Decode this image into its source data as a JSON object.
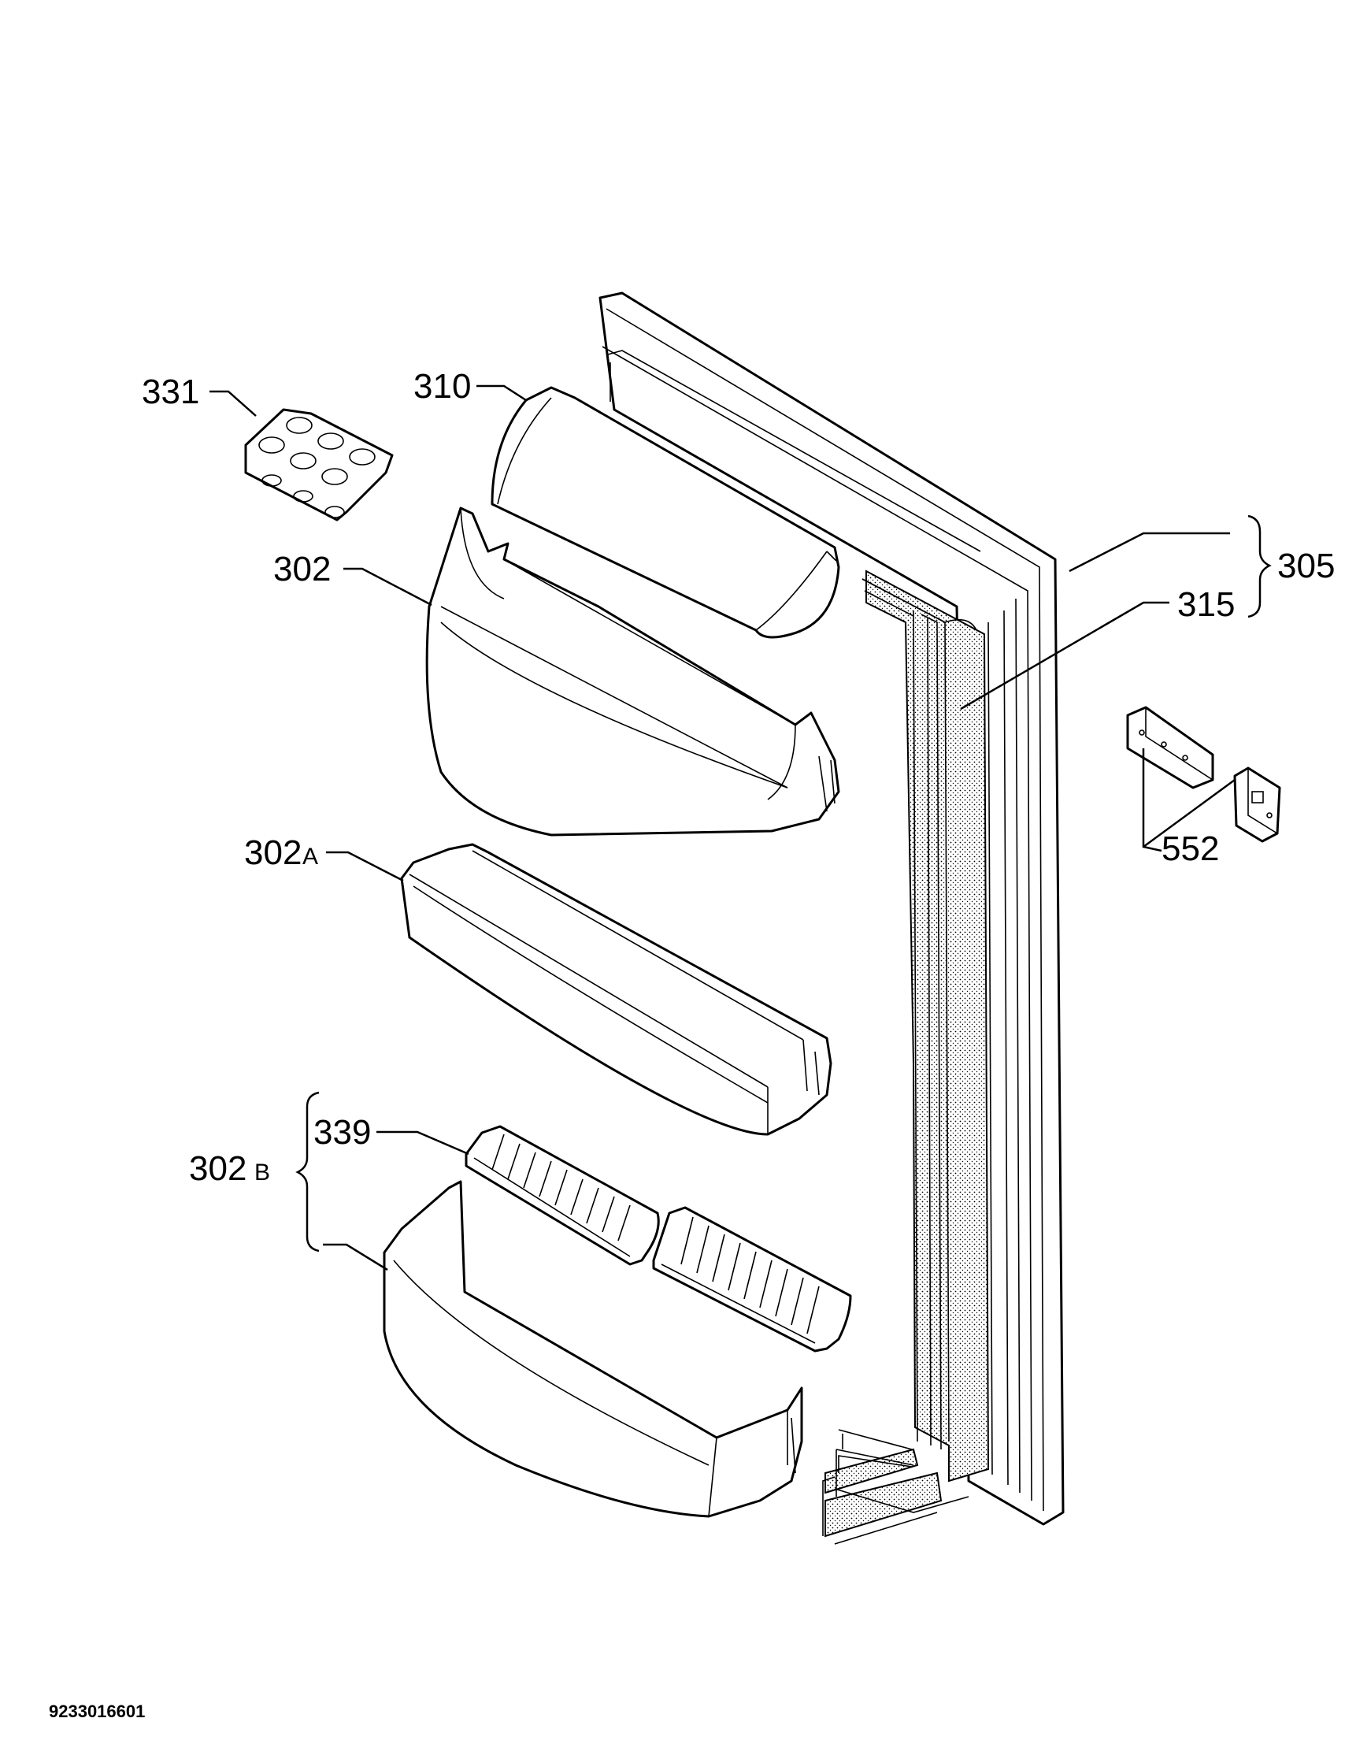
{
  "labels": {
    "p331": "331",
    "p310": "310",
    "p302": "302",
    "p302a_num": "302",
    "p302a_suffix": "A",
    "p339": "339",
    "p302b_num": "302",
    "p302b_suffix": "B",
    "p305": "305",
    "p315": "315",
    "p552": "552"
  },
  "document_id": "9233016601"
}
